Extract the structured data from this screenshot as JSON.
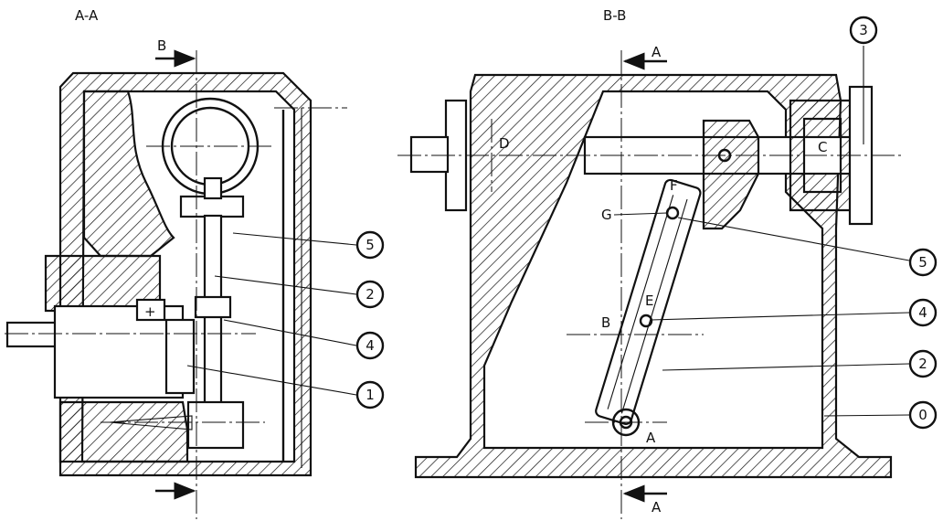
{
  "views": {
    "left_title": "A-A",
    "right_title": "B-B"
  },
  "section_marks": {
    "left_top": "B",
    "right_top": "A",
    "right_bottom": "A"
  },
  "points": {
    "D": "D",
    "C": "C",
    "F": "F",
    "G": "G",
    "E": "E",
    "B": "B",
    "A": "A"
  },
  "left_callouts": [
    "5",
    "2",
    "4",
    "1"
  ],
  "right_callouts": [
    "3",
    "5",
    "4",
    "2",
    "0"
  ]
}
